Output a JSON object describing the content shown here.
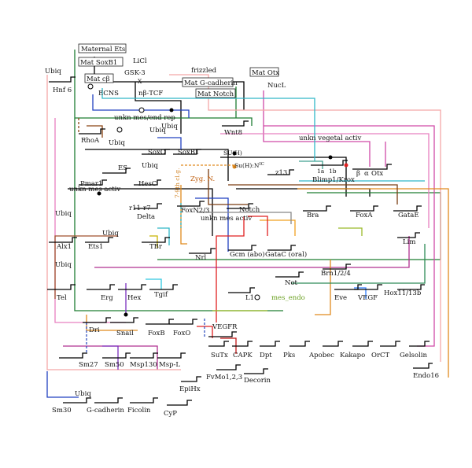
{
  "maternal": [
    "Maternal Ets",
    "Mat SoxB1",
    "Mat cβ",
    "Mat G-cadherin",
    "Mat Notch",
    "Mat Otx"
  ],
  "signals": {
    "licl": "LiCl",
    "gsk3": "GSK-3",
    "frizzled": "frizzled",
    "x": "X",
    "ecns": "ECNS",
    "nbtcf": "nβ-TCF",
    "nucl": "NucL",
    "suh": "SU(H)",
    "suhnic": "Su(H):N",
    "suhnic_sup": "IC",
    "zygn": "Zyg. N.",
    "cleavage": "7-9th cl.g.",
    "unkn_mes_end_rep": "unkn mes/end rep",
    "unkn_mes_activ": "unkn mes activ",
    "unkn_mes_activ2": "unkn mes activ",
    "unkn_vegetal_activ": "unkn vegetal activ",
    "mes_endo": "mes_endo",
    "ubiq": "Ubiq"
  },
  "genes": {
    "hnf6": "Hnf 6",
    "wnt8": "Wnt8",
    "rhoa": "RhoA",
    "soxc": "SoxC",
    "soxb1": "SoxB1",
    "es": "ES",
    "hesc": "HesC",
    "pmar1": "Pmar1",
    "r11": "r11",
    "r7": "r7",
    "delta": "Delta",
    "foxn23": "FoxN2/3",
    "notch": "Notch",
    "z13": "z13",
    "blimp": "Blimp1/Krox",
    "blimp_1a": "1a",
    "blimp_1b": "1b",
    "otx_b": "β",
    "otx_a": "α",
    "otx": "Otx",
    "bra": "Bra",
    "foxa": "FoxA",
    "gatae": "GataE",
    "alx1": "Alx1",
    "ets1": "Ets1",
    "tbr": "TBr",
    "nrl": "Nrl",
    "gcm": "Gcm (abo)",
    "gatac": "GataC (oral)",
    "lim": "Lim",
    "brn": "Brn1/2/4",
    "not": "Not",
    "tel": "Tel",
    "erg": "Erg",
    "hex": "Hex",
    "tgif": "Tgif",
    "eve": "Eve",
    "vegf": "VEGF",
    "hox": "Hox11/13b",
    "l1": "L1",
    "dri": "Dri",
    "snail": "Snail",
    "foxb": "FoxB",
    "foxo": "FoxO",
    "vegfr": "VEGFR",
    "sutx": "SuTx",
    "capk": "CAPK",
    "dpt": "Dpt",
    "pks": "Pks",
    "apobec": "Apobec",
    "kakapo": "Kakapo",
    "orct": "OrCT",
    "gelsolin": "Gelsolin",
    "fvmo": "FvMo1,2,3",
    "decorin": "Decorin",
    "endo16": "Endo16",
    "sm27": "Sm27",
    "sm50": "Sm50",
    "msp130": "Msp130",
    "mspl": "Msp-L",
    "epihx": "EpiHx",
    "sm30": "Sm30",
    "gcad": "G-cadherin",
    "ficolin": "Ficolin",
    "cyp": "CyP"
  }
}
